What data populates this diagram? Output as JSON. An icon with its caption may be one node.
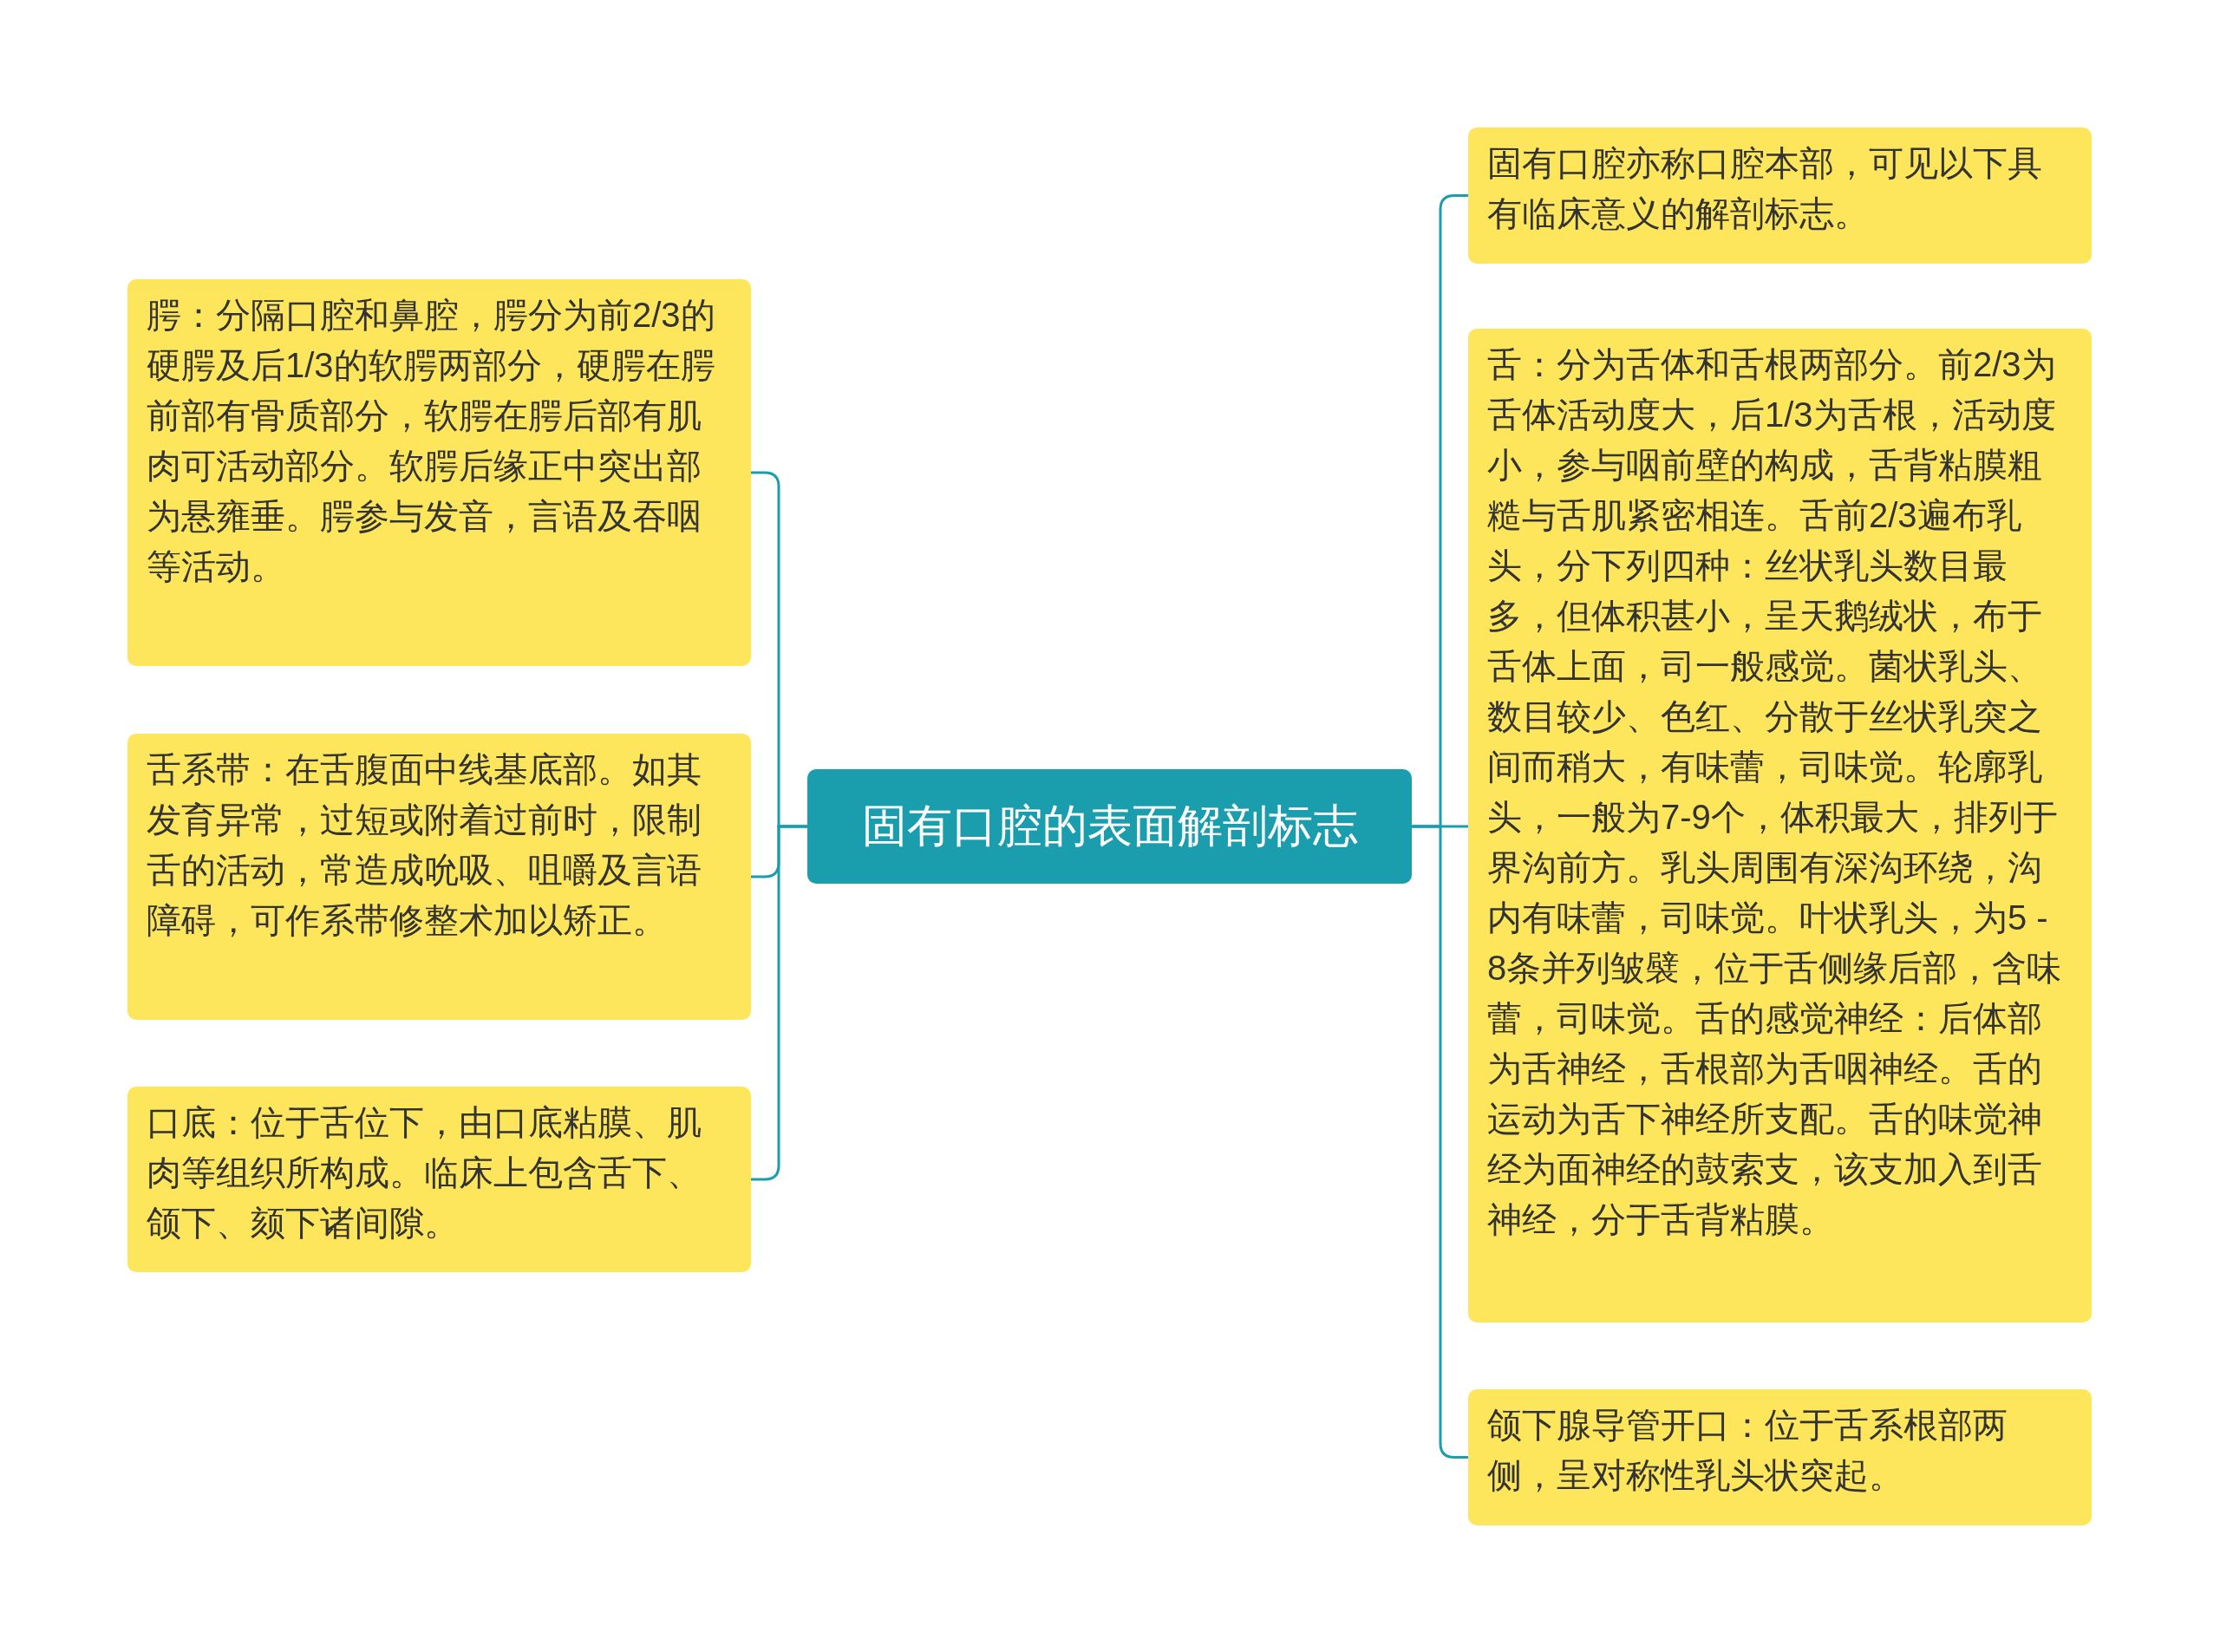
{
  "diagram": {
    "nodes": [
      {
        "text": [
          "固有口腔的表面解剖标志"
        ]
      },
      {
        "text": [
          "腭：分隔口腔和鼻腔，腭分为前2/3的硬腭及后1/3的软腭两部分，硬腭在腭前部有骨质部分，软腭在腭后部有肌肉可活动部分。软腭后缘正中突出部为悬雍垂。腭参与发音，言语及吞咽等活动。"
        ]
      },
      {
        "text": [
          "舌系带：在舌腹面中线基底部。如其发育异常，过短或附着过前时，限制舌的活动，常造成吮吸、咀嚼及言语障碍，可作系带修整术加以矫正。"
        ]
      },
      {
        "text": [
          "口底：位于舌位下，由口底粘膜、肌肉等组织所构成。临床上包含舌下、颌下、颏下诸间隙。"
        ]
      },
      {
        "text": [
          "固有口腔亦称口腔本部，可见以下具有临床意义的解剖标志。"
        ]
      },
      {
        "text": [
          "舌：分为舌体和舌根两部分。前2/3为舌体活动度大，后1/3为舌根，活动度小，参与咽前壁的构成，舌背粘膜粗糙与舌肌紧密相连。舌前2/3遍布乳头，分下列四种：丝状乳头数目最多，但体积甚小，呈天鹅绒状，布于舌体上面，司一般感觉。菌状乳头、数目较少、色红、分散于丝状乳突之间而稍大，有味蕾，司味觉。轮廓乳头，一般为7-9个，体积最大，排列于界沟前方。乳头周围有深沟环绕，沟内有味蕾，司味觉。叶状乳头，为5 - 8条并列皱襞，位于舌侧缘后部，含味蕾，司味觉。舌的感觉神经：后体部为舌神经，舌根部为舌咽神经。舌的运动为舌下神经所支配。舌的味觉神经为面神经的鼓索支，该支加入到舌神经，分于舌背粘膜。"
        ]
      },
      {
        "text": [
          "颌下腺导管开口：位于舌系根部两侧，呈对称性乳头状突起。"
        ]
      }
    ],
    "edges": [
      {
        "from": 0,
        "to": 1,
        "arrow": "none"
      },
      {
        "from": 0,
        "to": 2,
        "arrow": "none"
      },
      {
        "from": 0,
        "to": 3,
        "arrow": "none"
      },
      {
        "from": 0,
        "to": 4,
        "arrow": "none"
      },
      {
        "from": 0,
        "to": 5,
        "arrow": "none"
      },
      {
        "from": 0,
        "to": 6,
        "arrow": "none"
      }
    ]
  }
}
